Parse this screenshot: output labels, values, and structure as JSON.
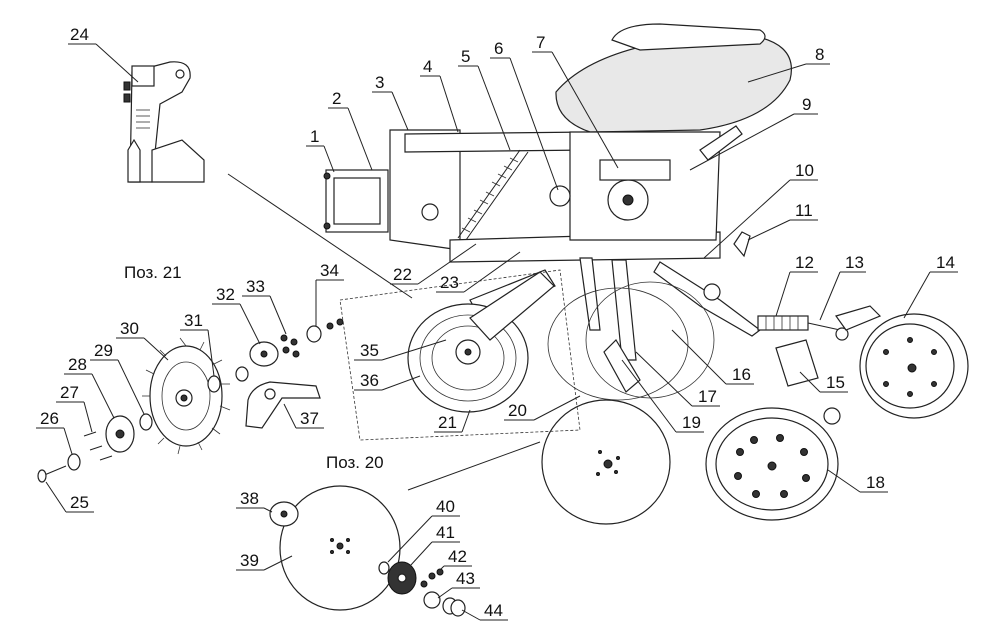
{
  "captions": {
    "pos21": "Поз. 21",
    "pos20": "Поз. 20"
  },
  "labels": {
    "n1": "1",
    "n2": "2",
    "n3": "3",
    "n4": "4",
    "n5": "5",
    "n6": "6",
    "n7": "7",
    "n8": "8",
    "n9": "9",
    "n10": "10",
    "n11": "11",
    "n12": "12",
    "n13": "13",
    "n14": "14",
    "n15": "15",
    "n16": "16",
    "n17": "17",
    "n18": "18",
    "n19": "19",
    "n20": "20",
    "n21": "21",
    "n22": "22",
    "n23": "23",
    "n24": "24",
    "n25": "25",
    "n26": "26",
    "n27": "27",
    "n28": "28",
    "n29": "29",
    "n30": "30",
    "n31": "31",
    "n32": "32",
    "n33": "33",
    "n34": "34",
    "n35": "35",
    "n36": "36",
    "n37": "37",
    "n38": "38",
    "n39": "39",
    "n40": "40",
    "n41": "41",
    "n42": "42",
    "n43": "43",
    "n44": "44"
  }
}
